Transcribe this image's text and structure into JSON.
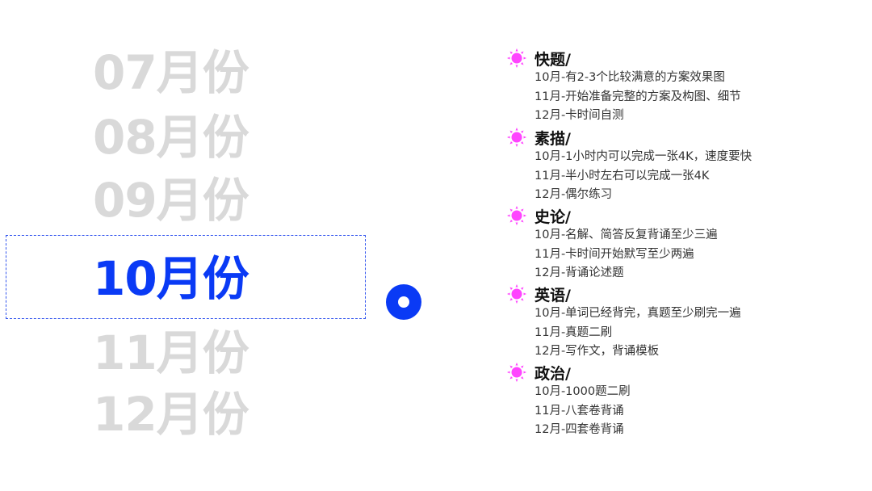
{
  "months": [
    "07月份",
    "08月份",
    "09月份",
    "10月份",
    "11月份",
    "12月份"
  ],
  "active_month": "10月份",
  "accent_color": "#0a3af5",
  "sun_color": "#ff44ff",
  "sections": [
    {
      "title": "快题/",
      "items": [
        "10月-有2-3个比较满意的方案效果图",
        "11月-开始准备完整的方案及构图、细节",
        "12月-卡时间自测"
      ]
    },
    {
      "title": "素描/",
      "items": [
        "10月-1小时内可以完成一张4K，速度要快",
        "11月-半小时左右可以完成一张4K",
        "12月-偶尔练习"
      ]
    },
    {
      "title": "史论/",
      "items": [
        "10月-名解、简答反复背诵至少三遍",
        "11月-卡时间开始默写至少两遍",
        "12月-背诵论述题"
      ]
    },
    {
      "title": "英语/",
      "items": [
        "10月-单词已经背完，真题至少刷完一遍",
        "11月-真题二刷",
        "12月-写作文，背诵模板"
      ]
    },
    {
      "title": "政治/",
      "items": [
        "10月-1000题二刷",
        "11月-八套卷背诵",
        "12月-四套卷背诵"
      ]
    }
  ]
}
